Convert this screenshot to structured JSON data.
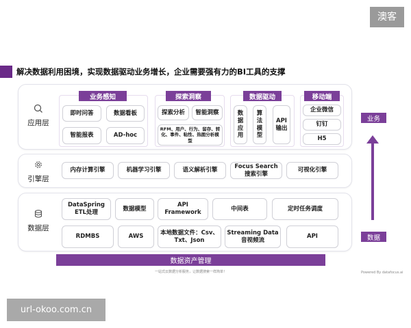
{
  "watermark": {
    "top": "澳客",
    "bottom": "url-okoo.com.cn"
  },
  "title": "解决数据利用困境，实现数据驱动业务增长，企业需要强有力的BI工具的支撑",
  "layers": {
    "app": {
      "label": "应用层",
      "icon": "search-icon"
    },
    "engine": {
      "label": "引擎层",
      "icon": "gear-icon"
    },
    "data": {
      "label": "数据层",
      "icon": "database-icon"
    }
  },
  "app_sections": {
    "business": {
      "head": "业务感知",
      "items": [
        "即时问答",
        "数据看板",
        "智能报表",
        "AD-hoc"
      ]
    },
    "explore": {
      "head": "探索洞察",
      "items": [
        "探索分析",
        "智能洞察"
      ],
      "detail": "RFM、用户、行为、留存、转化、事件、粘性、热图分析模型"
    },
    "drive": {
      "head": "数据驱动",
      "items": [
        "数据应用",
        "算法模型",
        "API输出"
      ]
    },
    "mobile": {
      "head": "移动端",
      "items": [
        "企业微信",
        "钉钉",
        "H5"
      ]
    }
  },
  "engines": [
    "内存计算引擎",
    "机器学习引擎",
    "语义解析引擎",
    "Focus Search 搜索引擎",
    "可视化引擎"
  ],
  "data_row1": [
    "DataSpring ETL处理",
    "数据模型",
    "API Framework",
    "中间表",
    "定时任务调度"
  ],
  "data_row2": [
    "RDMBS",
    "AWS",
    "本地数据文件：Csv、Txt、Json",
    "Streaming Data音视频流",
    "API"
  ],
  "asset_bar": "数据资产管理",
  "caption": "一站式云数据分析服务，让数据搜索一样简单！",
  "powered": "Powered By datafocus.ai",
  "right_tags": {
    "top": "业务",
    "bottom": "数据"
  },
  "colors": {
    "accent": "#7b3f99",
    "dark_accent": "#6a2a88"
  }
}
